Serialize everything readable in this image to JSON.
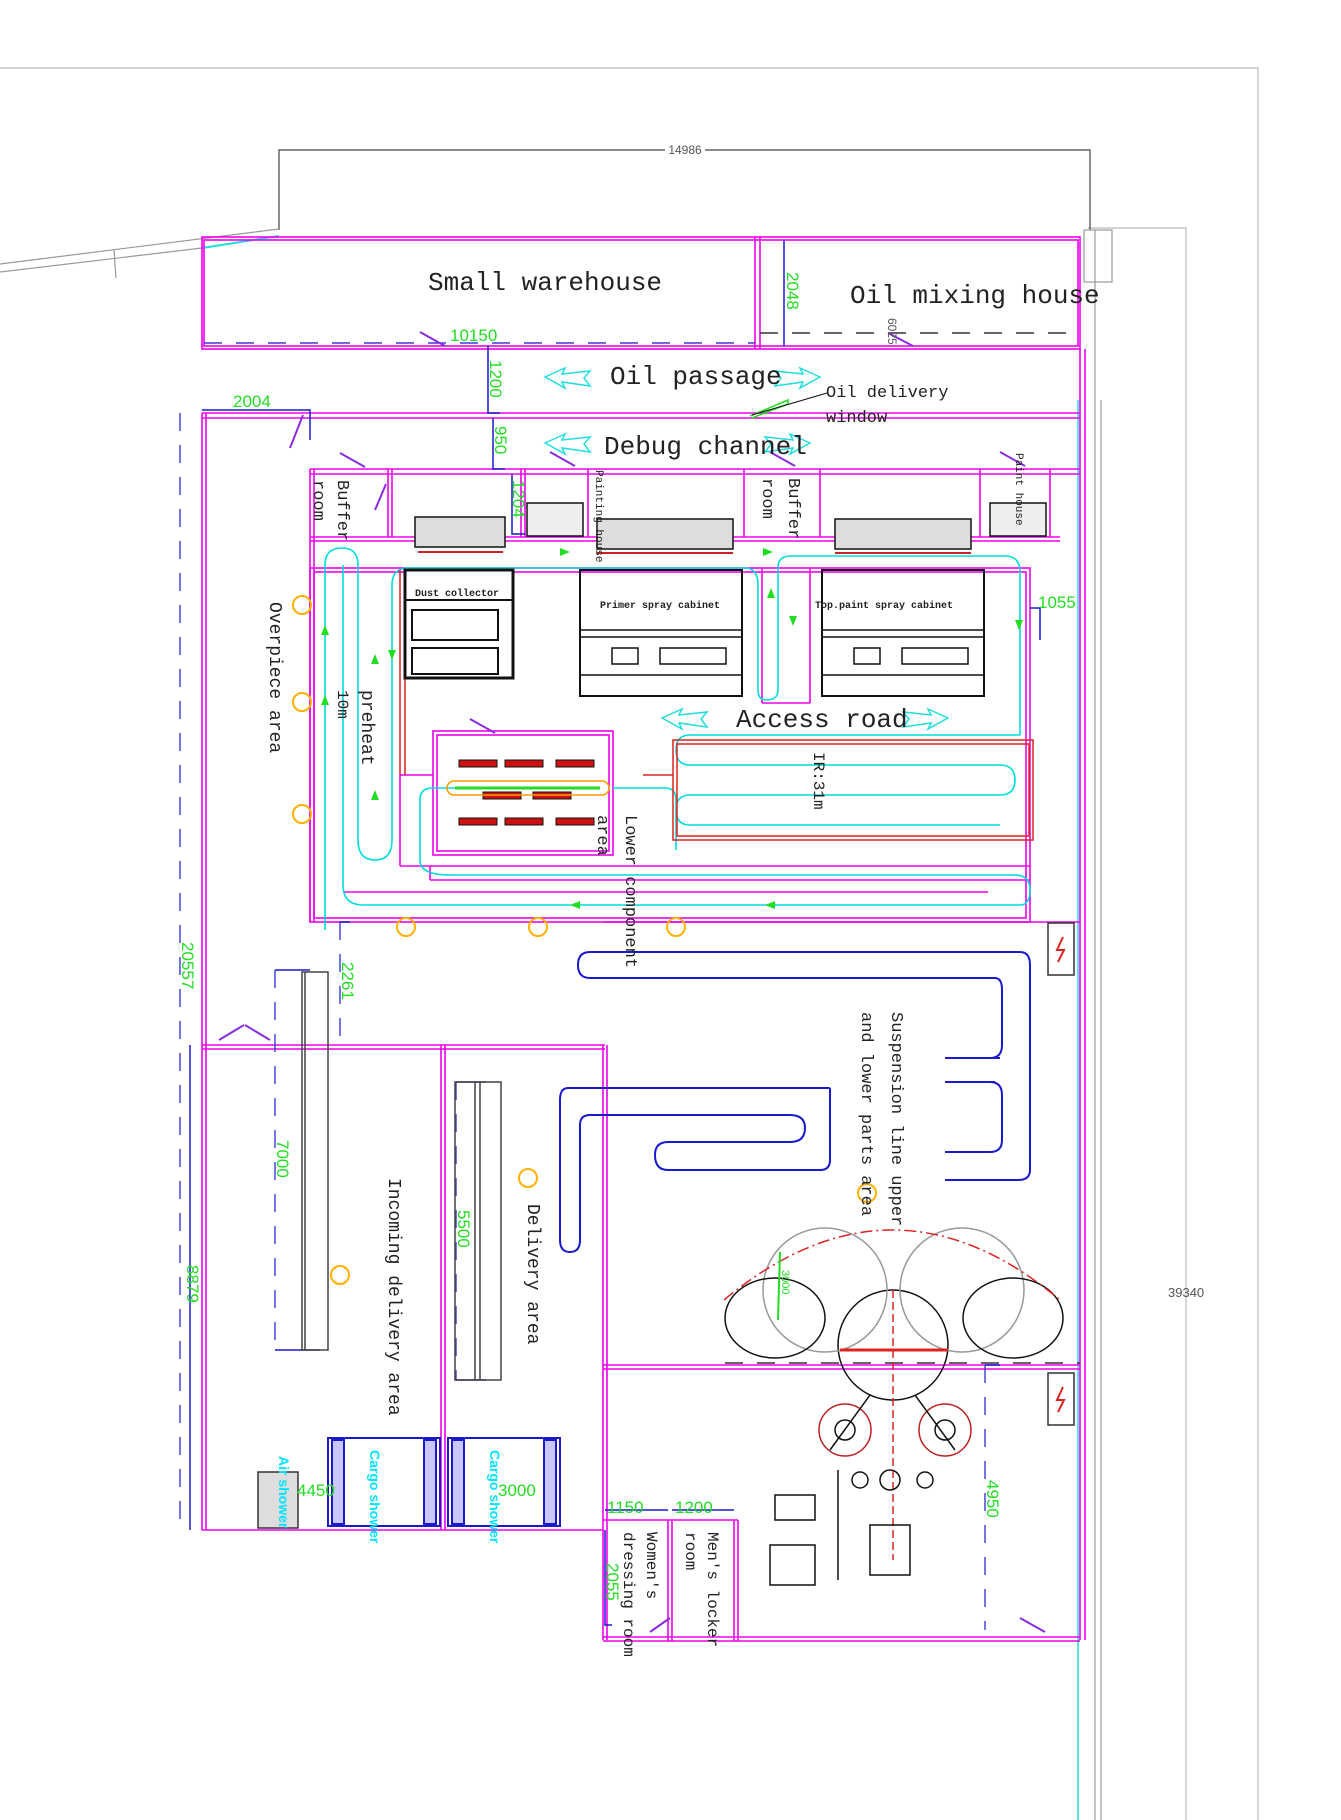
{
  "drawing": {
    "rooms": {
      "small_warehouse": "Small warehouse",
      "oil_mixing_house": "Oil mixing house",
      "oil_passage": "Oil passage",
      "oil_delivery_window_line1": "Oil delivery",
      "oil_delivery_window_line2": "window",
      "debug_channel": "Debug channel",
      "buffer_room_left_1": "Buffer",
      "buffer_room_left_2": "room",
      "buffer_room_mid_1": "Buffer",
      "buffer_room_mid_2": "room",
      "painting_house": "Painting house",
      "paint_house_right": "Paint house",
      "dust_collector": "Dust collector",
      "primer_spray_cabinet": "Primer spray cabinet",
      "top_paint_spray_cabinet": "Top.paint spray cabinet",
      "access_road": "Access road",
      "overpiece_area": "Overpiece area",
      "preheat": "preheat",
      "preheat_length": "10m",
      "ir_length": "IR:31m",
      "lower_component_area_1": "Lower component",
      "lower_component_area_2": "area",
      "suspension_line_1": "Suspension line upper",
      "suspension_line_2": "and lower parts area",
      "incoming_delivery_area": "Incoming delivery area",
      "delivery_area": "Delivery area",
      "cargo_shower_1": "Cargo shower",
      "cargo_shower_2": "Cargo shower",
      "air_shower": "Air shower",
      "womens_dressing_room_1": "Women's",
      "womens_dressing_room_2": "dressing room",
      "mens_locker_room_1": "Men's locker",
      "mens_locker_room_2": "room"
    },
    "dimensions": {
      "overall_width": "14986",
      "overall_height": "39340",
      "warehouse_length": "10150",
      "oil_mixing_height": "2048",
      "oil_mixing_door": "6025",
      "oil_passage_width": "1200",
      "debug_channel_width": "950",
      "buffer_width": "1204",
      "left_offset": "2004",
      "right_offset": "1055",
      "left_total": "20557",
      "gap_2261": "2261",
      "rack_length_1": "7000",
      "rack_length_2": "5500",
      "incoming_length": "8879",
      "shower_width_1": "4450",
      "shower_width_2": "3000",
      "womens_width": "1150",
      "mens_width": "1200",
      "dressing_depth": "2055",
      "tank_zone": "4950",
      "tank_dim": "3000"
    },
    "colors": {
      "wall": "#ee00ee",
      "dimension": "#22dd22",
      "conveyor": "#00dddd",
      "suspension": "#1a1acc",
      "heater": "#dd2222",
      "operator": "#ffb000"
    }
  }
}
